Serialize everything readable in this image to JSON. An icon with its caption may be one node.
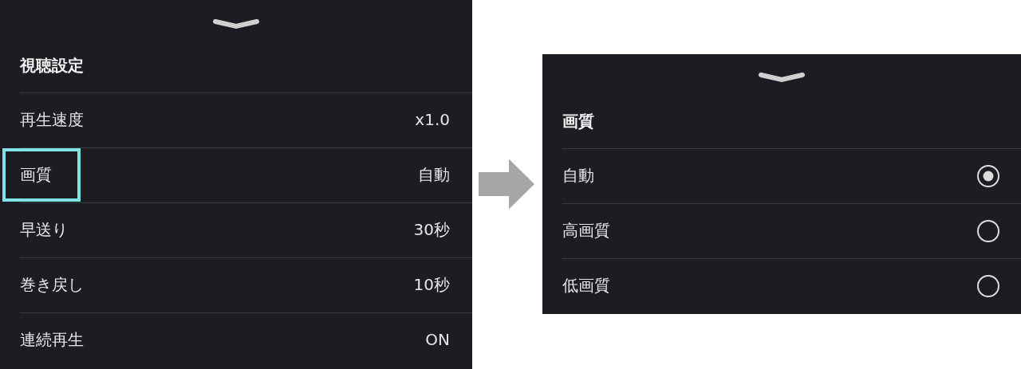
{
  "diagram": {
    "nodes": [
      {
        "text": [
          "視聴設定"
        ]
      },
      {
        "text": [
          "再生速度",
          "x1.0"
        ],
        "in": 0
      },
      {
        "text": [
          "画質",
          "自動"
        ],
        "in": 0
      },
      {
        "text": [
          "早送り",
          "30秒"
        ],
        "in": 0
      },
      {
        "text": [
          "巻き戻し",
          "10秒"
        ],
        "in": 0
      },
      {
        "text": [
          "連続再生",
          "ON"
        ],
        "in": 0
      },
      {
        "text": [
          "画質"
        ]
      },
      {
        "text": [
          "自動"
        ],
        "in": 6
      },
      {
        "text": [
          "高画質"
        ],
        "in": 6
      },
      {
        "text": [
          "低画質"
        ],
        "in": 6
      }
    ],
    "edges": [
      {
        "from": 0,
        "to": 6,
        "arrow": "to"
      }
    ]
  }
}
